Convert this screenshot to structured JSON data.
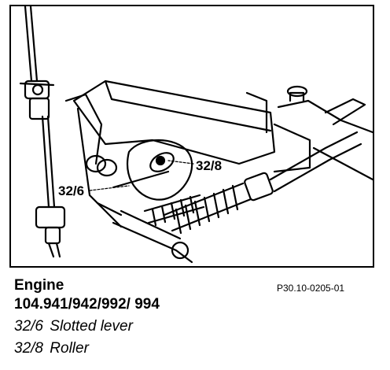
{
  "figure": {
    "callouts": {
      "slotted_lever_code": "32/6",
      "roller_code": "32/8"
    }
  },
  "caption": {
    "heading": "Engine",
    "engine_numbers": "104.941/942/992/ 994",
    "reference": "P30.10-0205-01"
  },
  "legend": [
    {
      "code": "32/6",
      "label": "Slotted lever"
    },
    {
      "code": "32/8",
      "label": "Roller"
    }
  ]
}
